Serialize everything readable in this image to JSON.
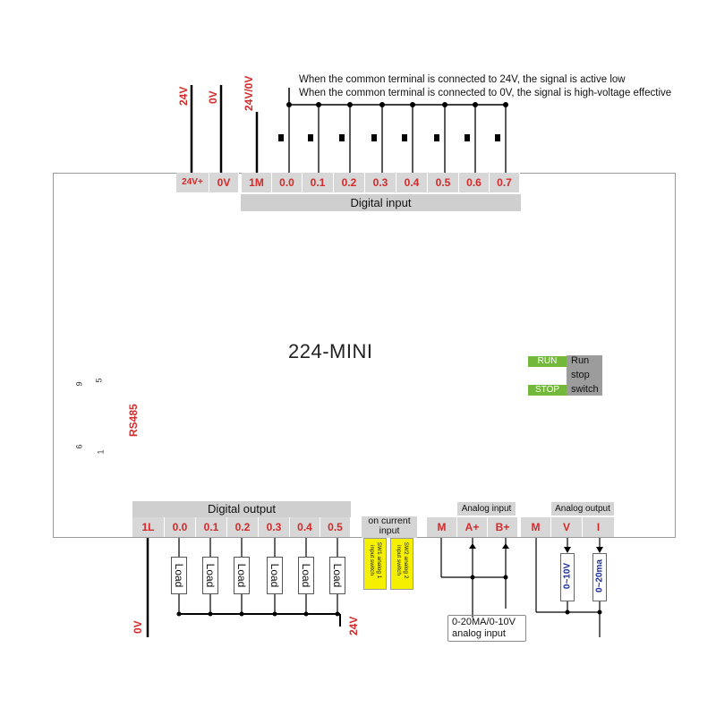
{
  "notes": {
    "line1": "When the common terminal is connected to 24V, the signal is active low",
    "line2": "When the common terminal is connected to 0V, the signal is high-voltage effective"
  },
  "power_labels": {
    "v24": "24V",
    "v0": "0V",
    "common": "24V/0V"
  },
  "top_terminals": [
    "24V+",
    "0V",
    "1M",
    "0.0",
    "0.1",
    "0.2",
    "0.3",
    "0.4",
    "0.5",
    "0.6",
    "0.7"
  ],
  "digital_input_label": "Digital input",
  "model": "224-MINI",
  "run_stop": {
    "run": "RUN",
    "stop": "STOP",
    "desc1": "Run",
    "desc2": "stop",
    "desc3": "switch"
  },
  "rs485": {
    "label": "RS485",
    "pin_top_left": "5",
    "pin_top_right": "9",
    "pin_bottom_left": "1",
    "pin_bottom_right": "6"
  },
  "digital_output_label": "Digital output",
  "output_terminals": [
    "1L",
    "0.0",
    "0.1",
    "0.2",
    "0.3",
    "0.4",
    "0.5"
  ],
  "load_label": "Load",
  "current_input": {
    "label": "on current input",
    "sw1": "SW1 analog 1 input switch",
    "sw2": "SW2 analog 2 input switch"
  },
  "analog_input_label": "Analog input",
  "analog_input_terminals": [
    "M",
    "A+",
    "B+"
  ],
  "analog_output_label": "Analog output",
  "analog_output_terminals": [
    "M",
    "V",
    "I"
  ],
  "analog_input_note": {
    "line1": "0-20MA/0-10V",
    "line2": "analog input"
  },
  "output_ranges": {
    "voltage": "0~10V",
    "current": "0~20ma"
  },
  "bottom_labels": {
    "v0": "0V",
    "v24": "24V"
  },
  "colors": {
    "terminal_text": "#d42a2a",
    "terminal_bg": "#d7d7d7",
    "switch_green": "#73b83a",
    "switch_yellow": "#f4f000",
    "range_text": "#1a2f9c"
  }
}
